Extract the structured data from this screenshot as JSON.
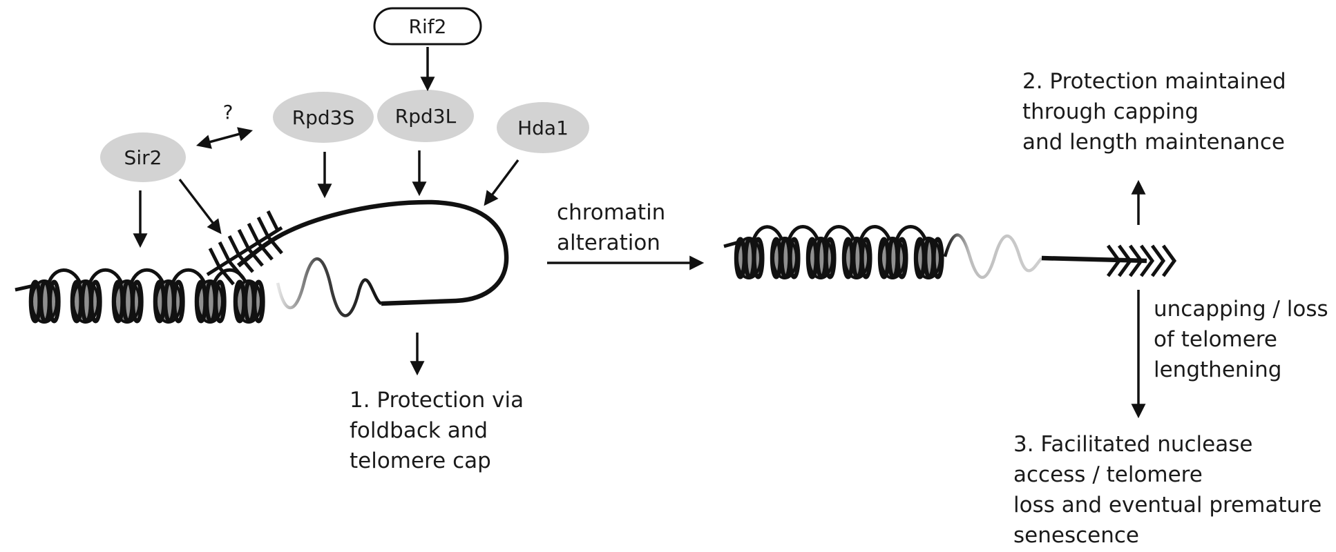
{
  "proteins": {
    "rif2": "Rif2",
    "rpd3s": "Rpd3S",
    "rpd3l": "Rpd3L",
    "hda1": "Hda1",
    "sir2": "Sir2",
    "question": "?"
  },
  "labels": {
    "chromatin_line1": "chromatin",
    "chromatin_line2": "alteration",
    "protection1": [
      "1. Protection via",
      "foldback and",
      "telomere cap"
    ],
    "protection2": [
      "2. Protection maintained",
      "through capping",
      "and length maintenance"
    ],
    "uncapping": [
      "uncapping / loss",
      "of telomere",
      "lengthening"
    ],
    "outcome3": [
      "3. Facilitated nuclease",
      "access / telomere",
      "loss and eventual premature",
      "senescence"
    ]
  },
  "colors": {
    "ink": "#111111",
    "protein_fill": "#d3d3d3",
    "nucleosome_fill": "#909090",
    "linker_faded": "#bdbdbd"
  }
}
